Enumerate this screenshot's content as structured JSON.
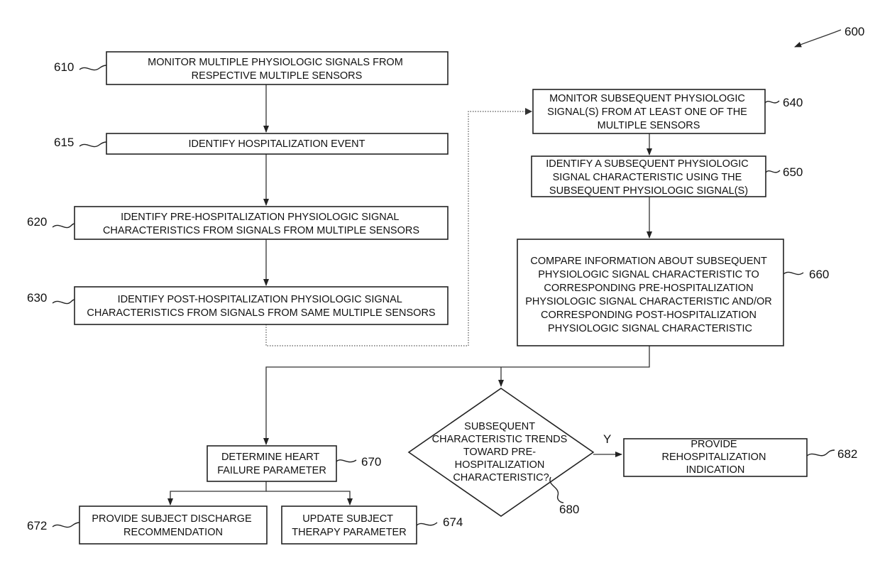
{
  "figure_number": "600",
  "steps": {
    "s610": {
      "ref": "610",
      "lines": [
        "MONITOR MULTIPLE PHYSIOLOGIC SIGNALS FROM",
        "RESPECTIVE MULTIPLE SENSORS"
      ]
    },
    "s615": {
      "ref": "615",
      "lines": [
        "IDENTIFY HOSPITALIZATION EVENT"
      ]
    },
    "s620": {
      "ref": "620",
      "lines": [
        "IDENTIFY PRE-HOSPITALIZATION PHYSIOLOGIC SIGNAL",
        "CHARACTERISTICS FROM SIGNALS FROM MULTIPLE SENSORS"
      ]
    },
    "s630": {
      "ref": "630",
      "lines": [
        "IDENTIFY POST-HOSPITALIZATION PHYSIOLOGIC SIGNAL",
        "CHARACTERISTICS FROM SIGNALS FROM SAME MULTIPLE SENSORS"
      ]
    },
    "s640": {
      "ref": "640",
      "lines": [
        "MONITOR SUBSEQUENT PHYSIOLOGIC",
        "SIGNAL(S) FROM AT LEAST ONE OF THE",
        "MULTIPLE SENSORS"
      ]
    },
    "s650": {
      "ref": "650",
      "lines": [
        "IDENTIFY A SUBSEQUENT PHYSIOLOGIC",
        "SIGNAL CHARACTERISTIC USING THE",
        "SUBSEQUENT PHYSIOLOGIC SIGNAL(S)"
      ]
    },
    "s660": {
      "ref": "660",
      "lines": [
        "COMPARE INFORMATION ABOUT SUBSEQUENT",
        "PHYSIOLOGIC SIGNAL CHARACTERISTIC TO",
        "CORRESPONDING PRE-HOSPITALIZATION",
        "PHYSIOLOGIC SIGNAL CHARACTERISTIC AND/OR",
        "CORRESPONDING POST-HOSPITALIZATION",
        "PHYSIOLOGIC SIGNAL CHARACTERISTIC"
      ]
    },
    "s670": {
      "ref": "670",
      "lines": [
        "DETERMINE HEART",
        "FAILURE PARAMETER"
      ]
    },
    "s672": {
      "ref": "672",
      "lines": [
        "PROVIDE SUBJECT DISCHARGE",
        "RECOMMENDATION"
      ]
    },
    "s674": {
      "ref": "674",
      "lines": [
        "UPDATE SUBJECT",
        "THERAPY PARAMETER"
      ]
    },
    "s680": {
      "ref": "680",
      "lines": [
        "SUBSEQUENT",
        "CHARACTERISTIC TRENDS",
        "TOWARD PRE-",
        "HOSPITALIZATION",
        "CHARACTERISTIC?"
      ]
    },
    "s682": {
      "ref": "682",
      "lines": [
        "PROVIDE",
        "REHOSPITALIZATION",
        "INDICATION"
      ]
    }
  },
  "decision_yes_label": "Y"
}
